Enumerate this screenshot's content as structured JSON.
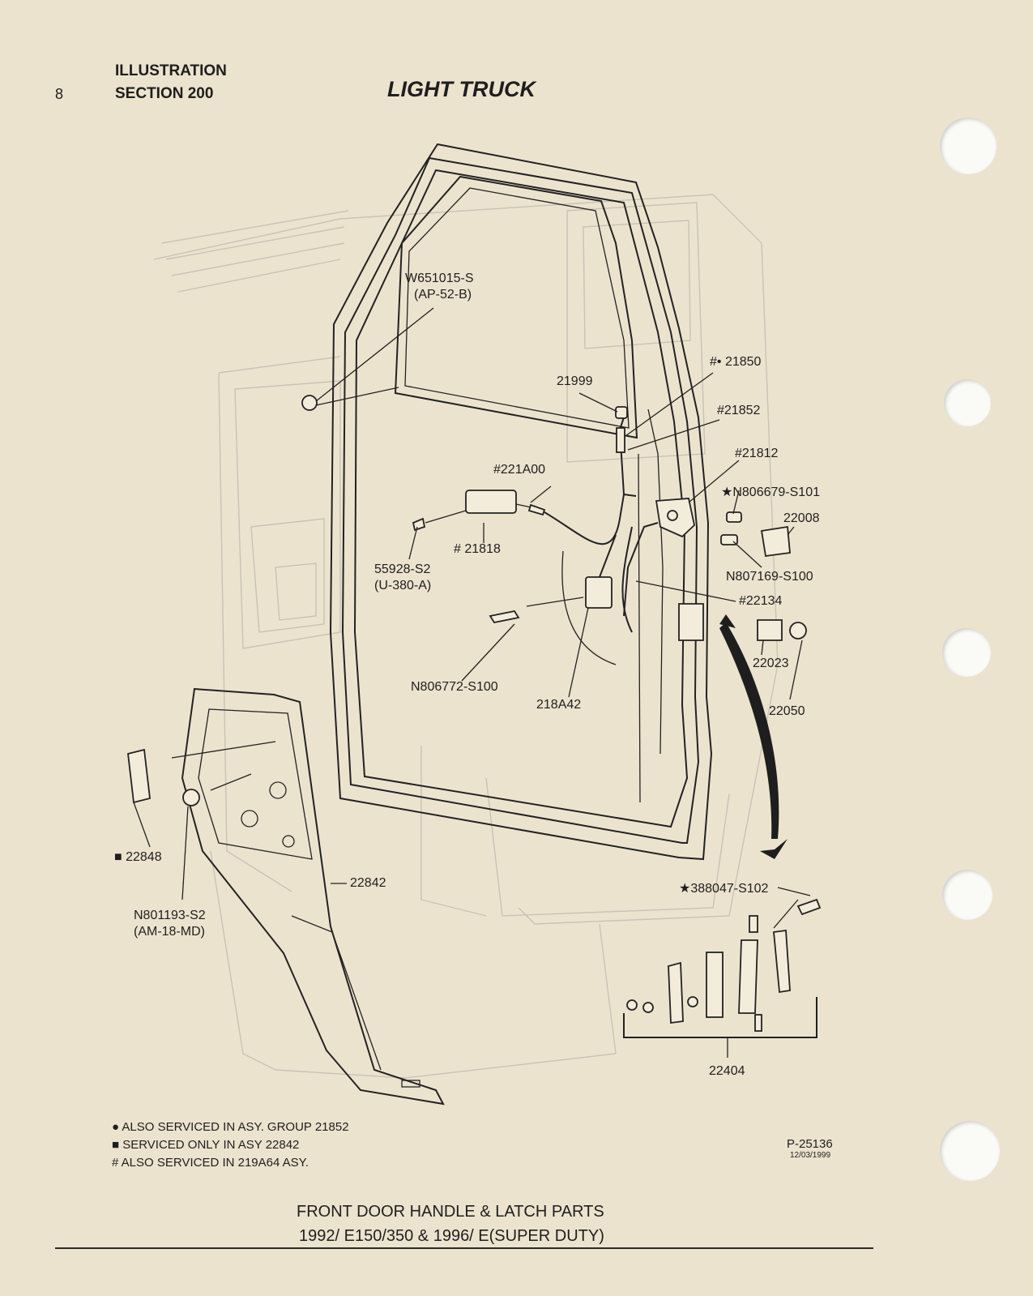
{
  "header": {
    "page_number": "8",
    "illustration": "ILLUSTRATION",
    "section": "SECTION 200",
    "title": "LIGHT TRUCK"
  },
  "callouts": {
    "w651015": "W651015-S",
    "ap52b": "(AP-52-B)",
    "p21850": "#• 21850",
    "p21999": "21999",
    "p21852": "#21852",
    "p21812": "#21812",
    "p221a00": "#221A00",
    "n806679": "★N806679-S101",
    "p22008": "22008",
    "p21818": "# 21818",
    "s55928": "55928-S2",
    "u380a": "(U-380-A)",
    "n807169": "N807169-S100",
    "p22134": "#22134",
    "p22023": "22023",
    "n806772": "N806772-S100",
    "p218a42": "218A42",
    "p22050": "22050",
    "p22848": "■ 22848",
    "p22842": "22842",
    "n801193": "N801193-S2",
    "am18md": "(AM-18-MD)",
    "s388047": "★388047-S102",
    "p22404": "22404"
  },
  "notes": {
    "bullet": "● ALSO SERVICED IN ASY. GROUP 21852",
    "square": "■ SERVICED ONLY IN ASY 22842",
    "hash": "# ALSO SERVICED IN 219A64 ASY."
  },
  "ref": {
    "code": "P-25136",
    "date": "12/03/1999"
  },
  "footer": {
    "line1": "FRONT DOOR HANDLE & LATCH PARTS",
    "line2": "1992/ E150/350 & 1996/ E(SUPER DUTY)"
  }
}
